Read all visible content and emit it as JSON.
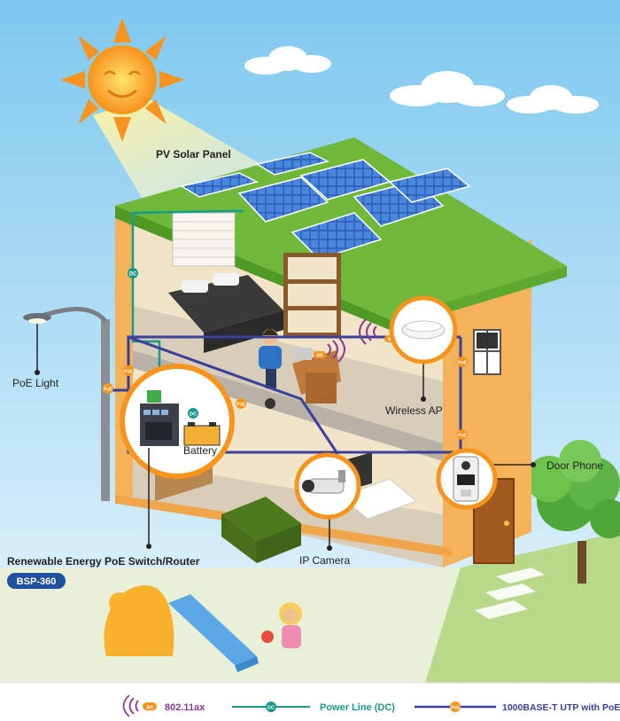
{
  "labels": {
    "pv_solar_panel": "PV Solar Panel",
    "poe_light": "PoE Light",
    "wireless_ap": "Wireless AP",
    "door_phone": "Door Phone",
    "battery": "Battery",
    "ip_camera": "IP Camera",
    "product_name": "Renewable Energy PoE Switch/Router",
    "model_badge": "BSP-360"
  },
  "badges": {
    "dc": "DC",
    "poe": "PoE",
    "ax": "ax"
  },
  "legend": [
    {
      "key": "wifi",
      "text": "802.11ax",
      "color": "#8b3a8f",
      "badge": "ax"
    },
    {
      "key": "dc",
      "text": "Power Line (DC)",
      "color": "#1a9a8a",
      "badge": "DC"
    },
    {
      "key": "poe",
      "text": "1000BASE-T UTP with PoE",
      "color": "#3b3f9c",
      "badge": "PoE"
    }
  ],
  "colors": {
    "sky": "#a9dcf4",
    "roof": "#7cc242",
    "wall_right": "#f0a54b",
    "wall_room": "#e9dcc3",
    "grass": "#9ccc54",
    "dc_line": "#1a9a8a",
    "poe_line": "#3b3f9c",
    "wifi": "#8b3a8f",
    "callout_ring": "#f7941d",
    "badge_blue": "#1f4f9f"
  }
}
